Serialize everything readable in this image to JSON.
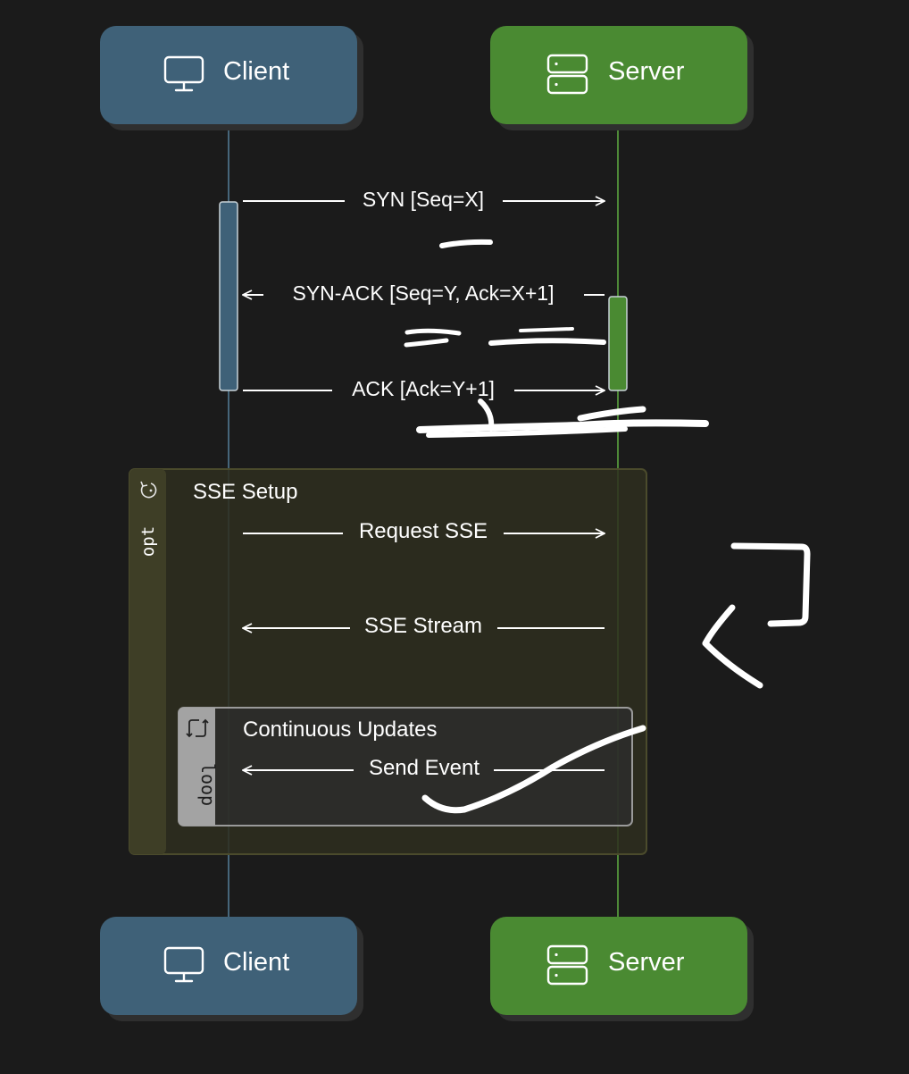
{
  "participants": {
    "client": {
      "label": "Client",
      "icon": "monitor-icon",
      "color": "#3f6178"
    },
    "server": {
      "label": "Server",
      "icon": "server-icon",
      "color": "#4a8a32"
    }
  },
  "messages": [
    {
      "label": "SYN [Seq=X]",
      "from": "client",
      "to": "server"
    },
    {
      "label": "SYN-ACK [Seq=Y, Ack=X+1]",
      "from": "server",
      "to": "client"
    },
    {
      "label": "ACK [Ack=Y+1]",
      "from": "client",
      "to": "server"
    },
    {
      "label": "Request SSE",
      "from": "client",
      "to": "server"
    },
    {
      "label": "SSE Stream",
      "from": "server",
      "to": "client"
    },
    {
      "label": "Send Event",
      "from": "server",
      "to": "client"
    }
  ],
  "fragments": {
    "opt": {
      "keyword": "opt",
      "title": "SSE Setup",
      "icon": "rotate-cw-icon",
      "color": "#34341f"
    },
    "loop": {
      "keyword": "loop",
      "title": "Continuous Updates",
      "icon": "repeat-icon",
      "color": "#2d2d2d"
    }
  },
  "annotations": [
    "handwritten-scribbles",
    "handwritten-bracket",
    "handwritten-checkmark"
  ]
}
